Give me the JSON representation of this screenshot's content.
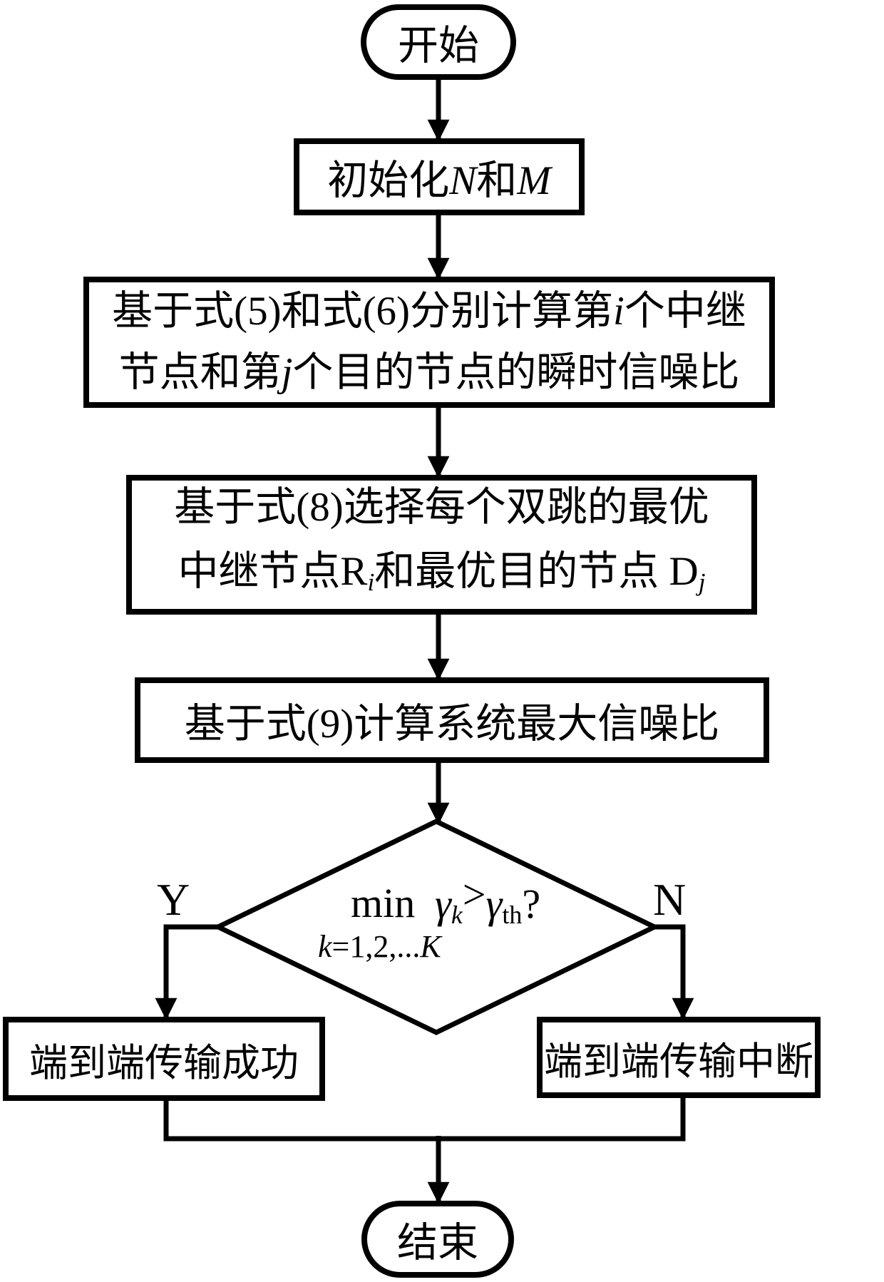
{
  "nodes": {
    "start": "开始",
    "init": {
      "p0": "初始化",
      "n": "N",
      "p1": "和",
      "m": "M"
    },
    "calc_snr": {
      "l1p0": "基于式(5)和式(6)分别计算第",
      "l1i": "i",
      "l1p1": "个中继",
      "l2p0": "节点和第",
      "l2j": "j",
      "l2p1": "个目的节点的瞬时信噪比"
    },
    "select": {
      "l1": "基于式(8)选择每个双跳的最优",
      "l2p0": "中继节点R",
      "l2i": "i",
      "l2p1": "和最优目的节点 D",
      "l2j": "j"
    },
    "max_snr": "基于式(9)计算系统最大信噪比",
    "decision": {
      "min": "min",
      "lim_k": "k",
      "lim_eq": "=1,2,...",
      "lim_K": "K",
      "gamma1": "γ",
      "gamma1_sub": "k",
      "gt": ">",
      "gamma2": "γ",
      "gamma2_sub": "th",
      "question": "?"
    },
    "success": "端到端传输成功",
    "outage": "端到端传输中断",
    "end": "结束"
  },
  "branches": {
    "yes": "Y",
    "no": "N"
  },
  "colors": {
    "stroke": "#000000",
    "background": "#ffffff"
  }
}
